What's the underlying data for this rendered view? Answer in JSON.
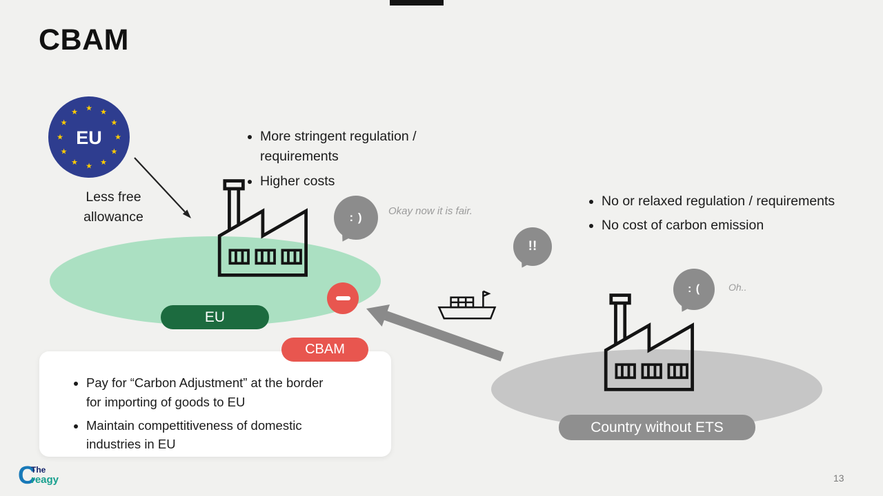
{
  "slide": {
    "title": "CBAM",
    "page_number": "13"
  },
  "eu": {
    "flag_label": "EU",
    "star": "★",
    "allowance_note": "Less free allowance",
    "bullets": [
      "More stringent regulation / requirements",
      "Higher costs"
    ],
    "region_label": "EU",
    "speech": {
      "emoticon": ": )",
      "comment": "Okay now it is fair."
    }
  },
  "cbam": {
    "label": "CBAM",
    "details": [
      "Pay for “Carbon Adjustment” at the border for importing of goods to EU",
      "Maintain compettitiveness of domestic industries in EU"
    ]
  },
  "shipping": {
    "alert": "!!"
  },
  "noets": {
    "bullets": [
      "No or relaxed regulation / requirements",
      "No cost of carbon emission"
    ],
    "speech": {
      "emoticon": ": (",
      "comment": "Oh.."
    },
    "region_label": "Country without ETS"
  },
  "logo": {
    "initial": "C",
    "prefix": "The",
    "suffix": "reagy"
  },
  "colors": {
    "background": "#f1f1ef",
    "eu_blue": "#2e3d8f",
    "star_yellow": "#ffcc00",
    "light_green": "#abe0c2",
    "dark_green": "#1c6b3f",
    "accent_red": "#e8564f",
    "bubble_gray": "#8c8c8c",
    "light_gray": "#c6c6c6"
  }
}
